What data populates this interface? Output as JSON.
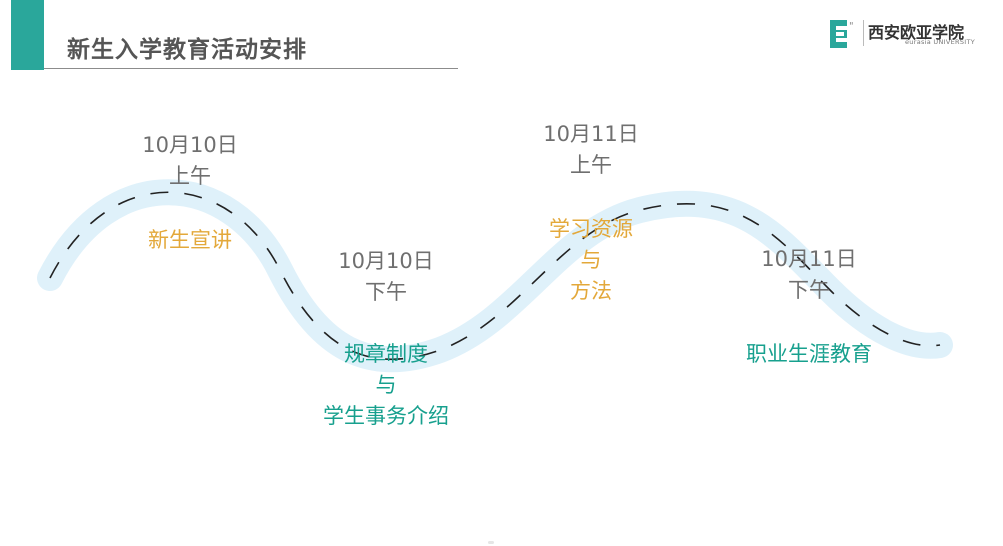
{
  "header": {
    "title": "新生入学教育活动安排",
    "accent_color": "#2aa79b"
  },
  "logo": {
    "icon": "eurasia-e-logo-icon",
    "name_cn": "西安欧亚学院",
    "name_en": "eurasia UNIVERSITY"
  },
  "timeline": {
    "path_color": "#dff1fa",
    "dash_color": "#222222",
    "events": [
      {
        "date": "10月10日",
        "period": "上午",
        "activity": [
          "新生宣讲"
        ],
        "activity_color": "#e3a83a"
      },
      {
        "date": "10月10日",
        "period": "下午",
        "activity": [
          "规章制度",
          "与",
          "学生事务介绍"
        ],
        "activity_color": "#17a08e"
      },
      {
        "date": "10月11日",
        "period": "上午",
        "activity": [
          "学习资源",
          "与",
          "方法"
        ],
        "activity_color": "#e3a83a"
      },
      {
        "date": "10月11日",
        "period": "下午",
        "activity": [
          "职业生涯教育"
        ],
        "activity_color": "#17a08e"
      }
    ]
  }
}
